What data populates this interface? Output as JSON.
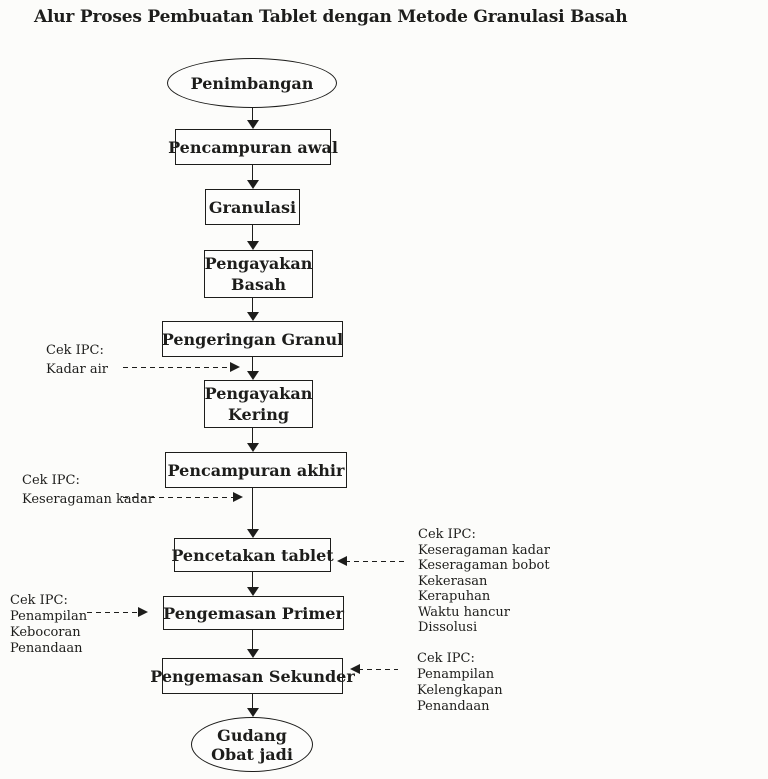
{
  "title": "Alur Proses Pembuatan Tablet dengan Metode Granulasi Basah",
  "colors": {
    "background": "#fcfcfa",
    "ink": "#1d1d1b"
  },
  "flow": {
    "type": "flowchart",
    "nodes": [
      {
        "shape": "ellipse",
        "label": "Penimbangan"
      },
      {
        "shape": "rect",
        "label": "Pencampuran awal"
      },
      {
        "shape": "rect",
        "label": "Granulasi"
      },
      {
        "shape": "rect",
        "label": [
          "Pengayakan",
          "Basah"
        ]
      },
      {
        "shape": "rect",
        "label": "Pengeringan Granul"
      },
      {
        "shape": "rect",
        "label": [
          "Pengayakan",
          "Kering"
        ]
      },
      {
        "shape": "rect",
        "label": "Pencampuran akhir"
      },
      {
        "shape": "rect",
        "label": "Pencetakan tablet"
      },
      {
        "shape": "rect",
        "label": "Pengemasan Primer"
      },
      {
        "shape": "rect",
        "label": "Pengemasan Sekunder"
      },
      {
        "shape": "ellipse",
        "label": [
          "Gudang",
          "Obat jadi"
        ]
      }
    ]
  },
  "ipc_checks": [
    {
      "side": "left",
      "lines": [
        "Cek IPC:",
        "Kadar air"
      ]
    },
    {
      "side": "left",
      "lines": [
        "Cek IPC:",
        "Keseragaman kadar"
      ]
    },
    {
      "side": "right",
      "lines": [
        "Cek IPC:",
        "Keseragaman kadar",
        "Keseragaman bobot",
        "Kekerasan",
        "Kerapuhan",
        "Waktu hancur",
        "Dissolusi"
      ]
    },
    {
      "side": "left",
      "lines": [
        "Cek IPC:",
        "Penampilan",
        "Kebocoran",
        "Penandaan"
      ]
    },
    {
      "side": "right",
      "lines": [
        "Cek IPC:",
        "Penampilan",
        "Kelengkapan",
        "Penandaan"
      ]
    }
  ]
}
